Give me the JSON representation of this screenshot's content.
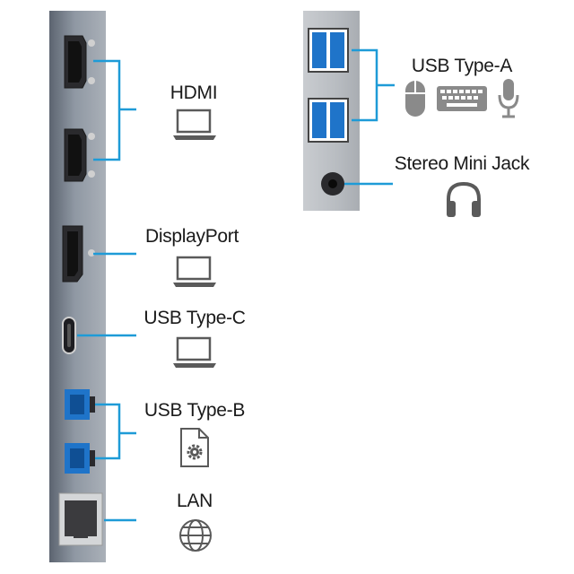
{
  "labels": {
    "hdmi": "HDMI",
    "displayport": "DisplayPort",
    "usb_c": "USB Type-C",
    "usb_b": "USB Type-B",
    "lan": "LAN",
    "usb_a": "USB Type-A",
    "mini_jack": "Stereo Mini Jack"
  },
  "colors": {
    "connector_line": "#1e9bd7",
    "usb_blue": "#1f74c9",
    "icon_gray": "#5a5a5a"
  },
  "icons": [
    "laptop-icon",
    "laptop-icon",
    "laptop-icon",
    "document-gear-icon",
    "globe-icon",
    "mouse-icon",
    "keyboard-icon",
    "microphone-icon",
    "headphones-icon"
  ]
}
